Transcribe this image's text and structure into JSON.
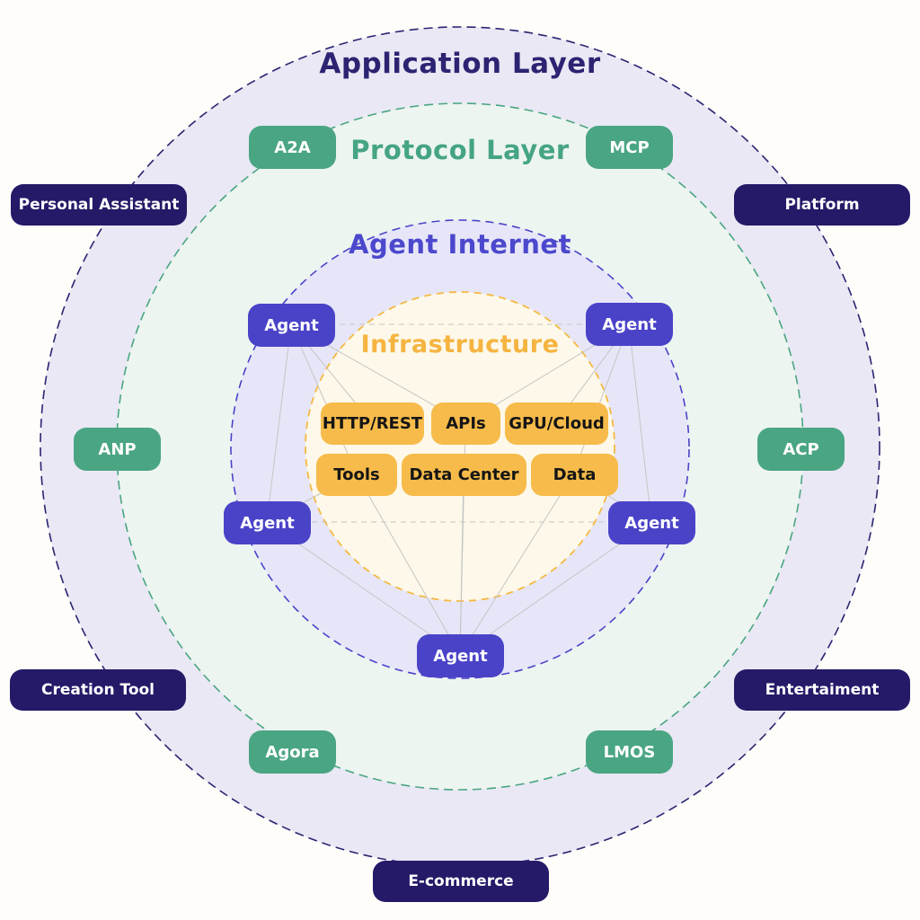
{
  "colors": {
    "navy_pill": "#241a68",
    "green_pill": "#4aa583",
    "blue_pill": "#4a43c8",
    "amber_pill": "#f6bb4a",
    "outer_ring_fill": "#e9e8f4",
    "protocol_ring_fill": "#edf5f0",
    "agent_ring_fill": "#e7e6f8",
    "infra_fill": "#fdf8e9",
    "outer_ring_stroke": "#2b2472",
    "protocol_ring_stroke": "#4aa583",
    "agent_ring_stroke": "#4a43c8",
    "infra_stroke": "#f5b942",
    "network_line": "#c4c4c4"
  },
  "layers": {
    "application": {
      "title": "Application Layer",
      "items": {
        "personal_assistant": "Personal Assistant",
        "platform": "Platform",
        "creation_tool": "Creation Tool",
        "entertaiment": "Entertaiment",
        "ecommerce": "E-commerce"
      }
    },
    "protocol": {
      "title": "Protocol Layer",
      "items": {
        "a2a": "A2A",
        "mcp": "MCP",
        "anp": "ANP",
        "acp": "ACP",
        "agora": "Agora",
        "lmos": "LMOS"
      }
    },
    "agent_internet": {
      "title": "Agent Internet",
      "agent_label": "Agent"
    },
    "infrastructure": {
      "title": "Infrastructure",
      "items": {
        "http_rest": "HTTP/REST",
        "apis": "APIs",
        "gpu_cloud": "GPU/Cloud",
        "tools": "Tools",
        "data_center": "Data Center",
        "data": "Data"
      }
    }
  }
}
